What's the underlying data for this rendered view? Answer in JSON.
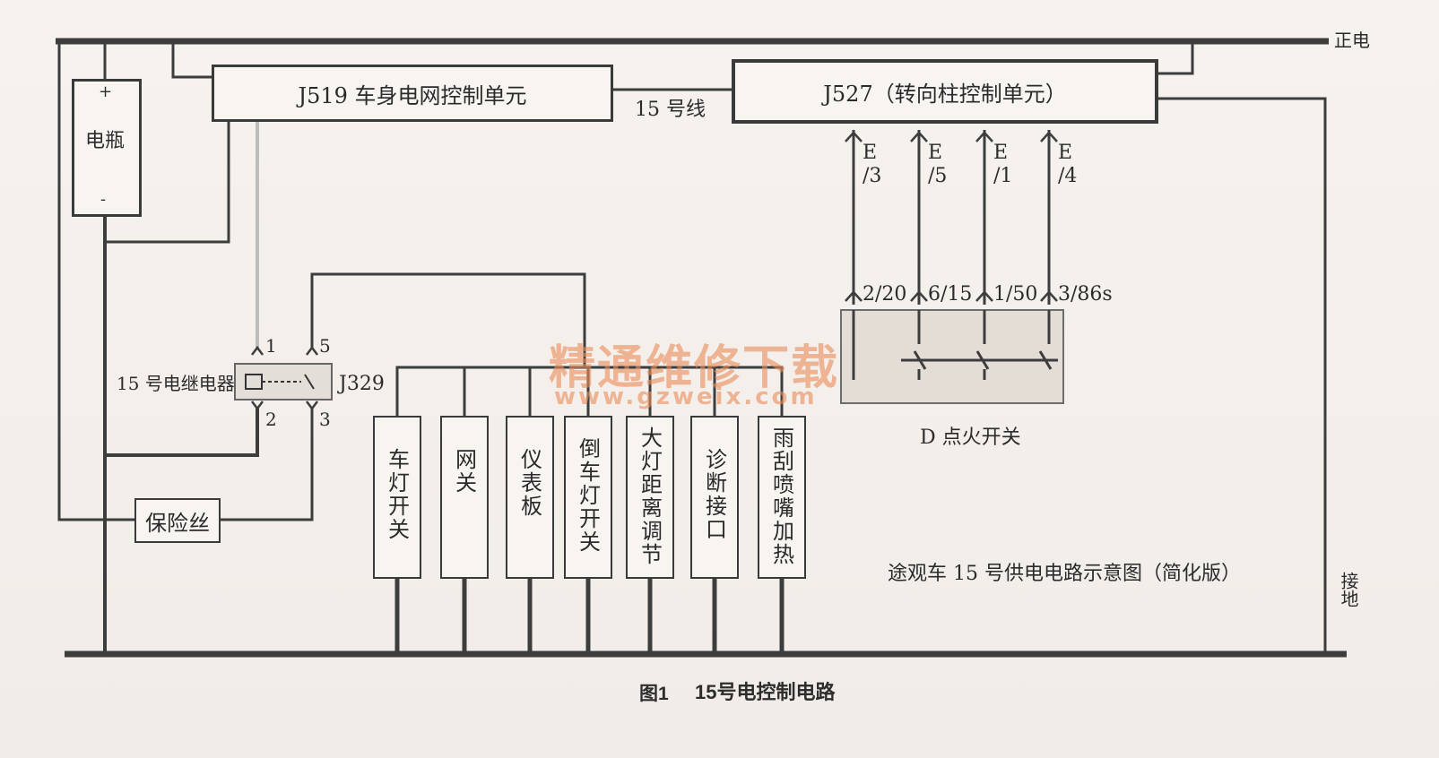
{
  "labels": {
    "positive": "正电",
    "ground": "接地",
    "battery": "电瓶",
    "battery_plus": "+",
    "battery_minus": "-",
    "j519": "J519 车身电网控制单元",
    "j527": "J527（转向柱控制单元）",
    "line15": "15 号线",
    "relay_label": "15 号电继电器",
    "j329": "J329",
    "fuse": "保险丝",
    "ignition": "D 点火开关",
    "diagram_title": "途观车 15 号供电电路示意图（简化版）",
    "figure_number": "图1",
    "figure_caption": "15号电控制电路"
  },
  "relay_pins": [
    "1",
    "5",
    "2",
    "3"
  ],
  "e_connectors": [
    {
      "e": "E",
      "pin": "/3",
      "switch_pin": "2/20"
    },
    {
      "e": "E",
      "pin": "/5",
      "switch_pin": "6/15"
    },
    {
      "e": "E",
      "pin": "/1",
      "switch_pin": "1/50"
    },
    {
      "e": "E",
      "pin": "/4",
      "switch_pin": "3/86s"
    }
  ],
  "consumers": [
    "车灯开关",
    "网关",
    "仪表板",
    "倒车灯开关",
    "大灯距离调节",
    "诊断接口",
    "雨刮喷嘴加热"
  ],
  "watermark": {
    "line1": "精通维修下载",
    "line2": "www.gzweix.com"
  }
}
